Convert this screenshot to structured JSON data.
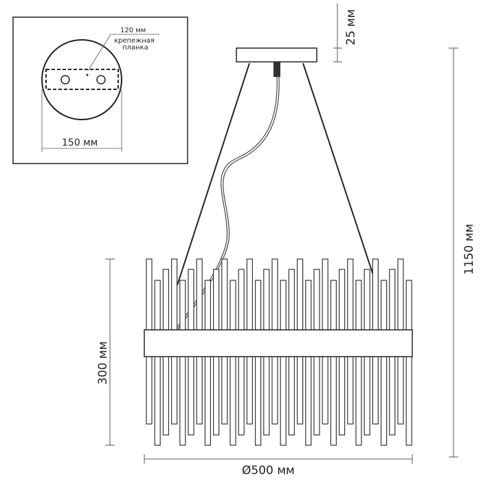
{
  "inset": {
    "plate_size_label": "120 мм",
    "plate_caption_line1": "крепежная",
    "plate_caption_line2": "планка",
    "canopy_diameter_label": "150 мм"
  },
  "dimensions": {
    "canopy_height": "25 мм",
    "total_height": "1150 мм",
    "rods_height": "300 мм",
    "diameter": "Ø500 мм"
  },
  "colors": {
    "line": "#222222",
    "background": "#ffffff"
  }
}
